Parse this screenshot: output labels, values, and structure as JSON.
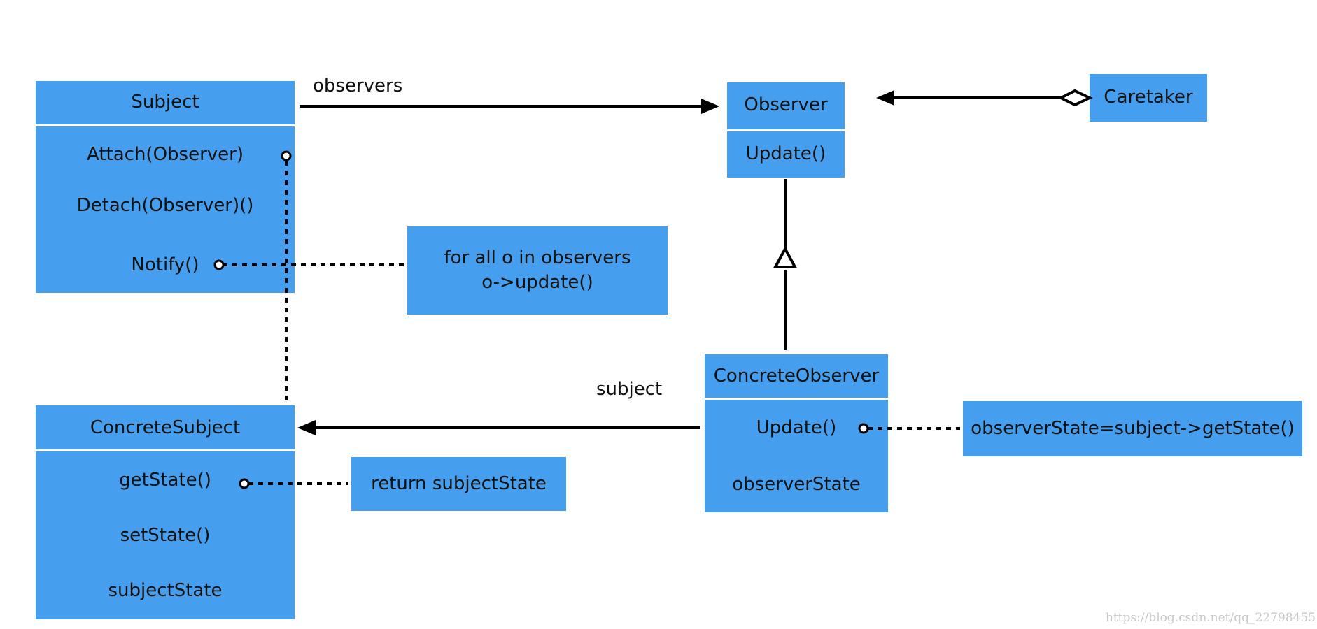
{
  "colors": {
    "box_fill": "#459fee",
    "line": "#000000",
    "divider": "#ffffff",
    "watermark": "#c8c8c8"
  },
  "subject": {
    "title": "Subject",
    "ops": [
      "Attach(Observer)",
      "Detach(Observer)()",
      "Notify()"
    ]
  },
  "concrete_subject": {
    "title": "ConcreteSubject",
    "ops": [
      "getState()",
      "setState()",
      "subjectState"
    ]
  },
  "observer": {
    "title": "Observer",
    "ops": [
      "Update()"
    ]
  },
  "concrete_observer": {
    "title": "ConcreteObserver",
    "ops": [
      "Update()",
      "observerState"
    ]
  },
  "caretaker": {
    "title": "Caretaker"
  },
  "notes": {
    "notify": [
      "for all o in observers",
      "o->update()"
    ],
    "get_state": "return subjectState",
    "update": "observerState=subject->getState()"
  },
  "associations": {
    "observers": "observers",
    "subject": "subject"
  },
  "watermark": "https://blog.csdn.net/qq_22798455"
}
